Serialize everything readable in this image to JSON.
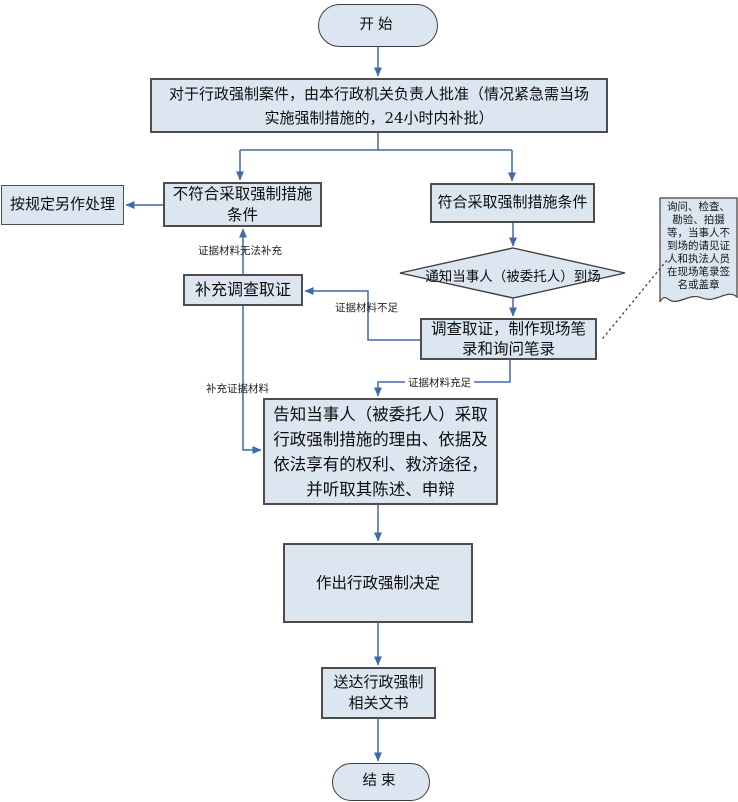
{
  "diagram": {
    "type": "flowchart",
    "background": "#ffffff",
    "colors": {
      "shape_fill": "#dce6f1",
      "shape_border": "#4d4d4d",
      "arrow": "#4169ac",
      "note_border": "#404040"
    },
    "nodes": {
      "start": {
        "label": "开始",
        "shape": "terminator"
      },
      "approval": {
        "label": "对于行政强制案件，由本行政机关负责人批准（情况紧急需当场实施强制措施的，24小时内补批）",
        "shape": "rect"
      },
      "other_handling": {
        "label": "按规定另作处理",
        "shape": "rect"
      },
      "not_qualified": {
        "label": "不符合采取强制措施条件",
        "shape": "rect"
      },
      "qualified": {
        "label": "符合采取强制措施条件",
        "shape": "rect"
      },
      "notify": {
        "label": "通知当事人（被委托人）到场",
        "shape": "diamond"
      },
      "supplement": {
        "label": "补充调查取证",
        "shape": "rect"
      },
      "investigate": {
        "label": "调查取证，制作现场笔录和询问笔录",
        "shape": "rect"
      },
      "inform": {
        "label": "告知当事人（被委托人）采取行政强制措施的理由、依据及依法享有的权利、救济途径，并听取其陈述、申辩",
        "shape": "rect"
      },
      "decide": {
        "label": "作出行政强制决定",
        "shape": "rect"
      },
      "deliver": {
        "label": "送达行政强制相关文书",
        "shape": "rect"
      },
      "end": {
        "label": "结束",
        "shape": "terminator"
      },
      "note": {
        "label": "询问、检查、勘验、拍摄等，当事人不到场的请见证人和执法人员在现场笔录签名或盖章",
        "shape": "document"
      }
    },
    "edge_labels": {
      "cannot_supplement": {
        "label": "证据材料无法补充"
      },
      "insufficient": {
        "label": "证据材料不足"
      },
      "supplement_materials": {
        "label": "补充证据材料"
      },
      "sufficient": {
        "label": "证据材料充足"
      }
    }
  }
}
